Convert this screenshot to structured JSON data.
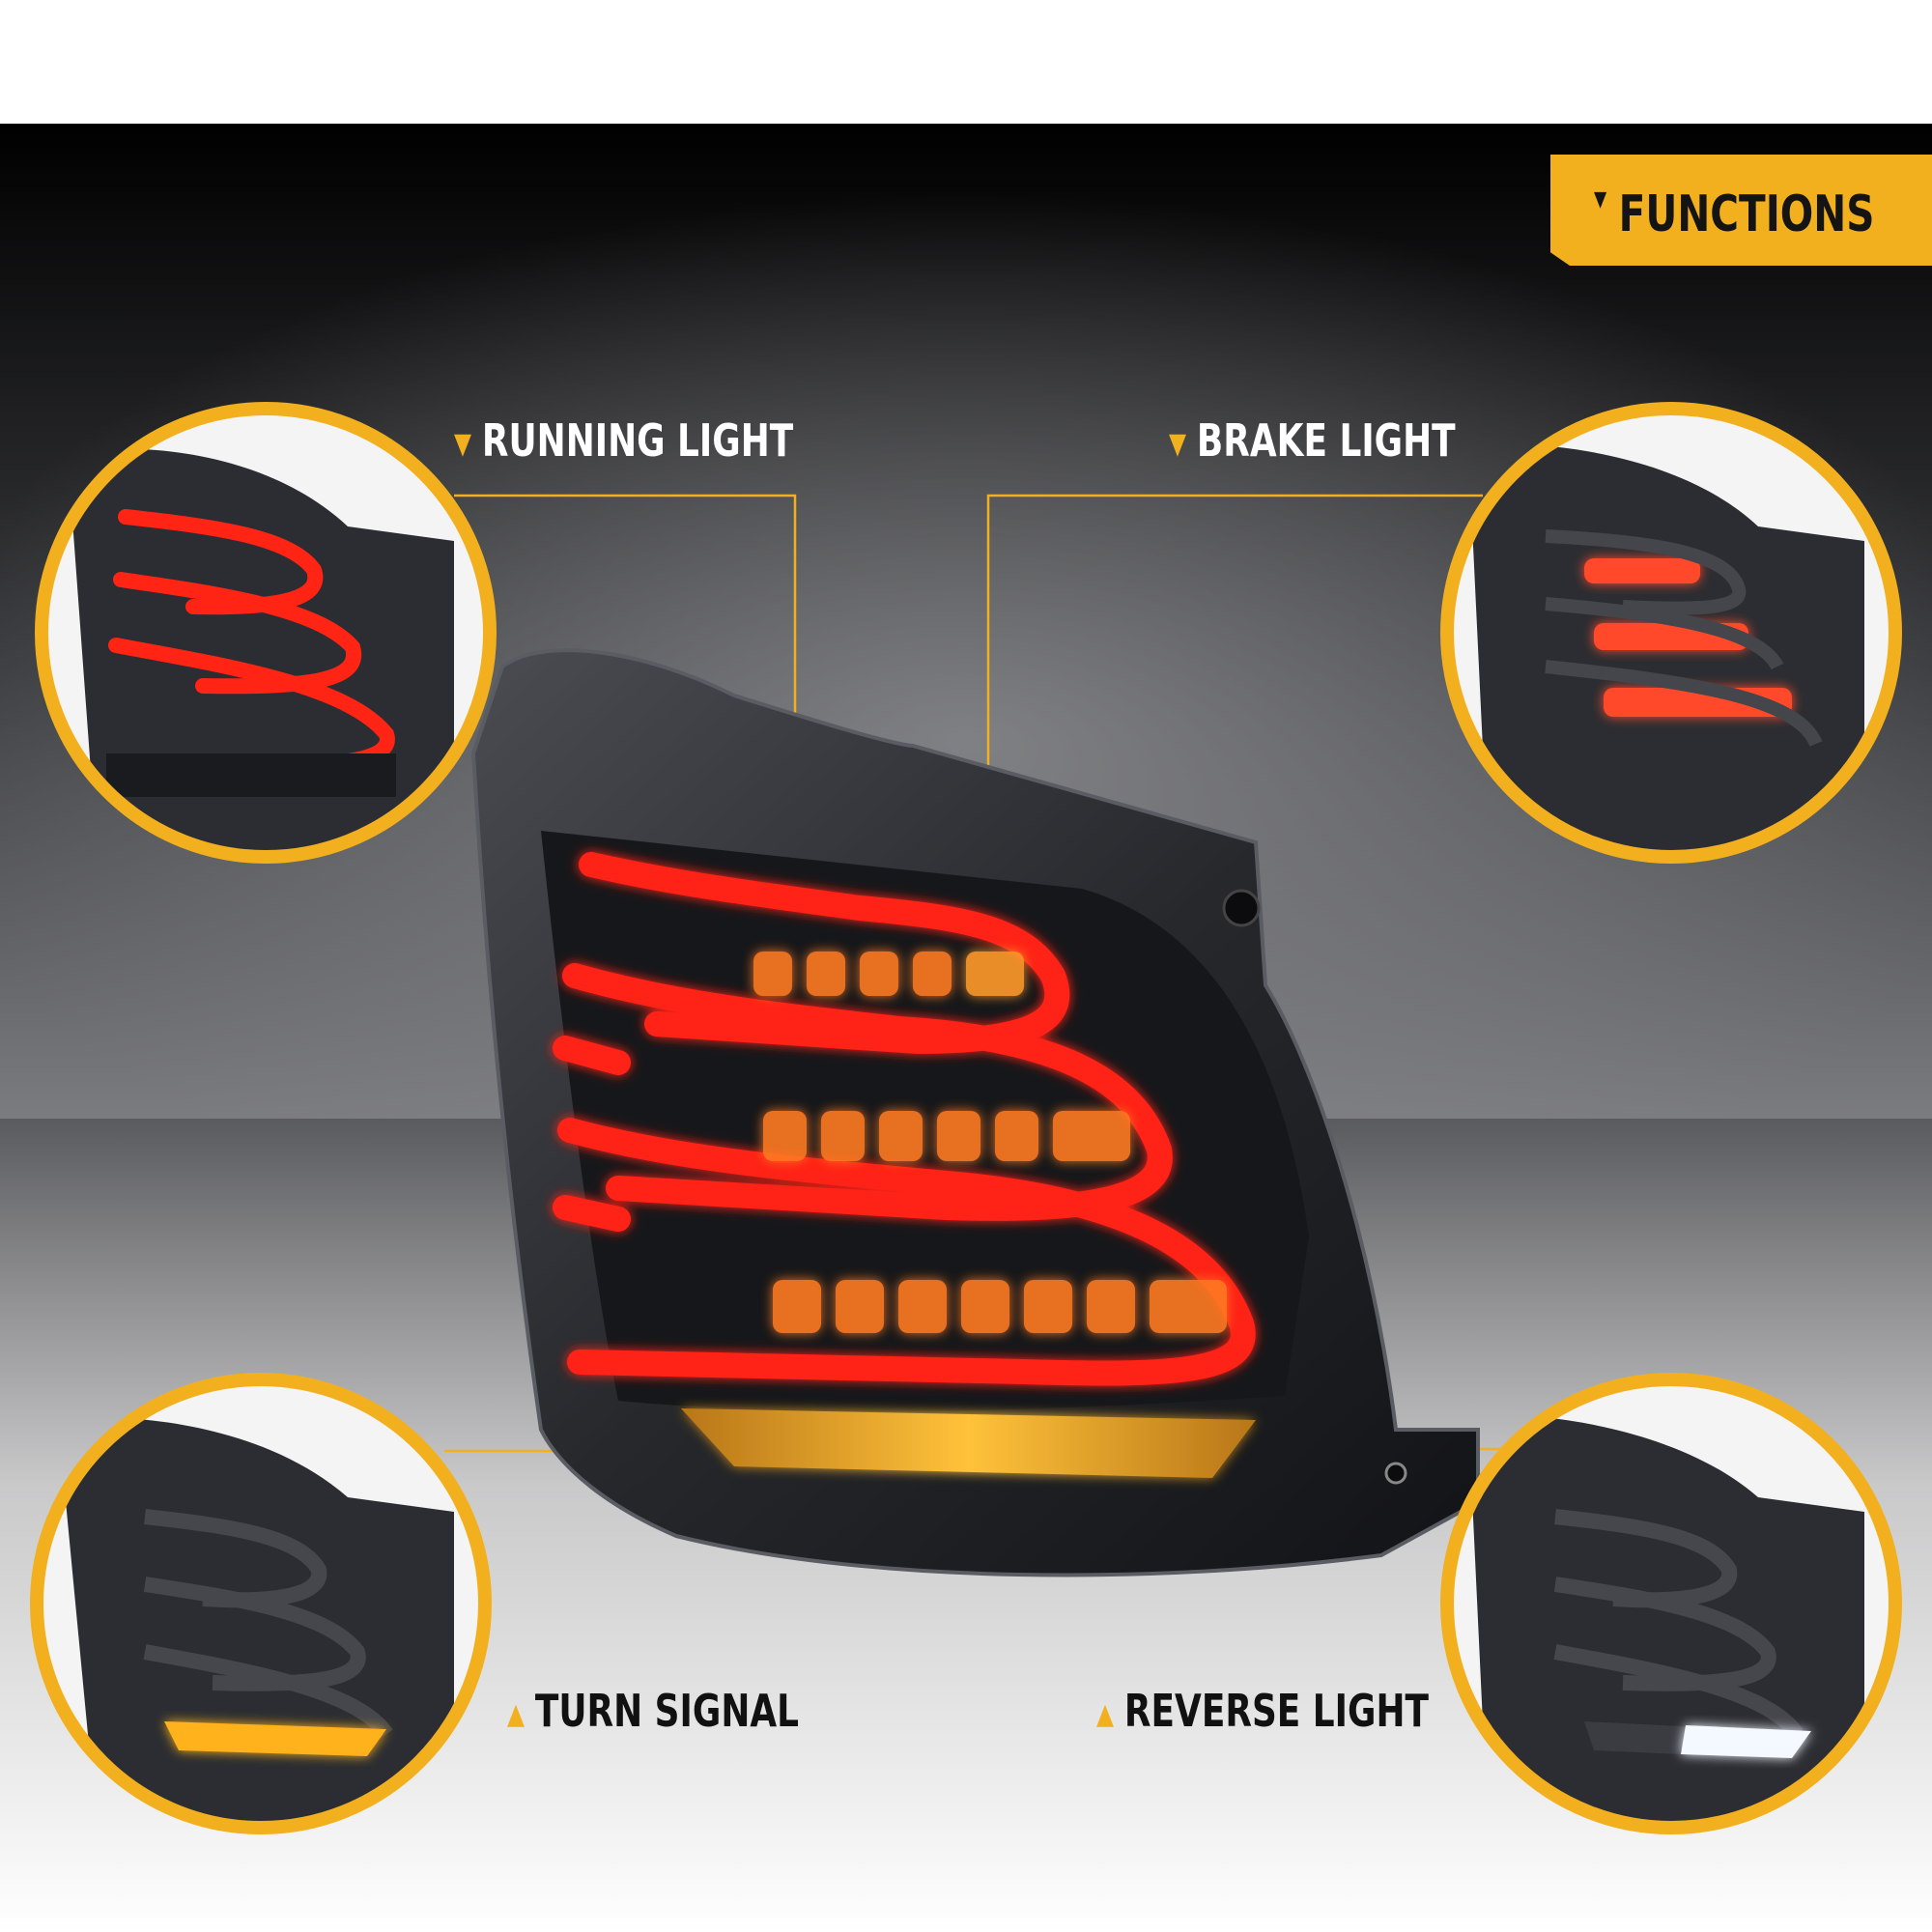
{
  "header": {
    "badge_label": "FUNCTIONS",
    "badge_arrow_icon": "caret-down-icon"
  },
  "functions": [
    {
      "label": "RUNNING LIGHT",
      "arrow_icon": "caret-down-icon"
    },
    {
      "label": "BRAKE LIGHT",
      "arrow_icon": "caret-down-icon"
    },
    {
      "label": "TURN SIGNAL",
      "arrow_icon": "caret-up-icon"
    },
    {
      "label": "REVERSE LIGHT",
      "arrow_icon": "caret-up-icon"
    }
  ],
  "colors": {
    "accent": "#f2b01e",
    "led_red": "#ff2a1a",
    "led_amber": "#ffb21a",
    "led_white": "#f4f8ff",
    "housing": "#2a2c31",
    "background_dark": "#0e0e10"
  }
}
